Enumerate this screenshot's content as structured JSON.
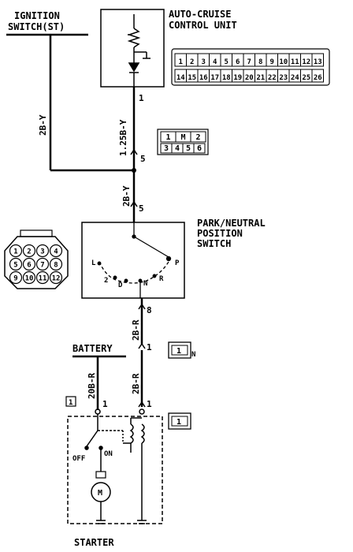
{
  "ignition_switch": {
    "line1": "IGNITION",
    "line2": "SWITCH(ST)"
  },
  "cruise_unit": {
    "line1": "AUTO-CRUISE",
    "line2": "CONTROL UNIT"
  },
  "cruise_connector": {
    "top": [
      "1",
      "2",
      "3",
      "4",
      "5",
      "6",
      "7",
      "8",
      "9",
      "10",
      "11",
      "12",
      "13"
    ],
    "bottom": [
      "14",
      "15",
      "16",
      "17",
      "18",
      "19",
      "20",
      "21",
      "22",
      "23",
      "24",
      "25",
      "26"
    ]
  },
  "wires": {
    "ign_to_junction": "2B-Y",
    "cruise_to_junction": "1.25B-Y",
    "junction_to_switch": "2B-Y",
    "switch_to_starter": "2B-R",
    "starter_lower": "2B-R",
    "battery_wire": "20B-R"
  },
  "pins": {
    "cruise_pin": "1",
    "junction_pin": "5",
    "switch_top_pin": "5",
    "switch_bottom_pin": "8",
    "splice_pin": "1",
    "starter_pin_left": "1",
    "starter_pin_right": "1",
    "battery_ref": "1"
  },
  "small_connector": {
    "top": [
      "1",
      "M",
      "2"
    ],
    "bottom": [
      "3",
      "4",
      "5",
      "6"
    ]
  },
  "pn_switch": {
    "line1": "PARK/NEUTRAL",
    "line2": "POSITION",
    "line3": "SWITCH",
    "positions": {
      "L": "L",
      "two": "2",
      "D": "D",
      "N": "N",
      "R": "R",
      "P": "P"
    }
  },
  "pn_connector": {
    "rows": [
      [
        "1",
        "2",
        "3",
        "4"
      ],
      [
        "5",
        "6",
        "7",
        "8"
      ],
      [
        "9",
        "10",
        "11",
        "12"
      ]
    ]
  },
  "ref_box_1": {
    "label": "1",
    "suffix": "N"
  },
  "ref_box_2": {
    "label": "1"
  },
  "battery": {
    "label": "BATTERY"
  },
  "starter": {
    "label": "STARTER",
    "off": "OFF",
    "on": "ON",
    "motor": "M"
  }
}
